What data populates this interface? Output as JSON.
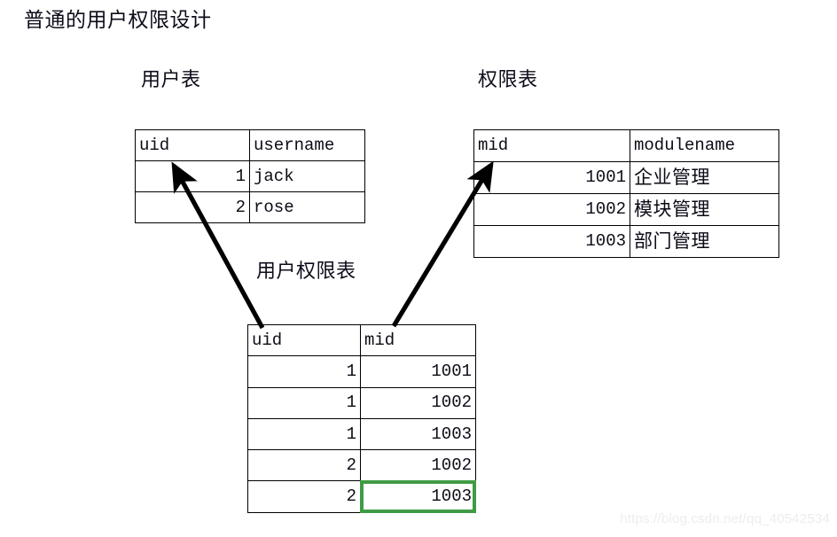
{
  "title": "普通的用户权限设计",
  "tables": {
    "users": {
      "caption": "用户表",
      "columns": [
        "uid",
        "username"
      ],
      "rows": [
        {
          "uid": "1",
          "username": "jack"
        },
        {
          "uid": "2",
          "username": "rose"
        }
      ]
    },
    "modules": {
      "caption": "权限表",
      "columns": [
        "mid",
        "modulename"
      ],
      "rows": [
        {
          "mid": "1001",
          "modulename": "企业管理"
        },
        {
          "mid": "1002",
          "modulename": "模块管理"
        },
        {
          "mid": "1003",
          "modulename": "部门管理"
        }
      ]
    },
    "user_module": {
      "caption": "用户权限表",
      "columns": [
        "uid",
        "mid"
      ],
      "rows": [
        {
          "uid": "1",
          "mid": "1001"
        },
        {
          "uid": "1",
          "mid": "1002"
        },
        {
          "uid": "1",
          "mid": "1003"
        },
        {
          "uid": "2",
          "mid": "1002"
        },
        {
          "uid": "2",
          "mid": "1003"
        }
      ],
      "highlight": {
        "row": 4,
        "column": "mid",
        "color": "#3e9c44"
      }
    }
  },
  "relations": [
    {
      "from": "user_module.uid",
      "to": "users.uid"
    },
    {
      "from": "user_module.mid",
      "to": "modules.mid"
    }
  ],
  "watermark": "https://blog.csdn.net/qq_40542534"
}
